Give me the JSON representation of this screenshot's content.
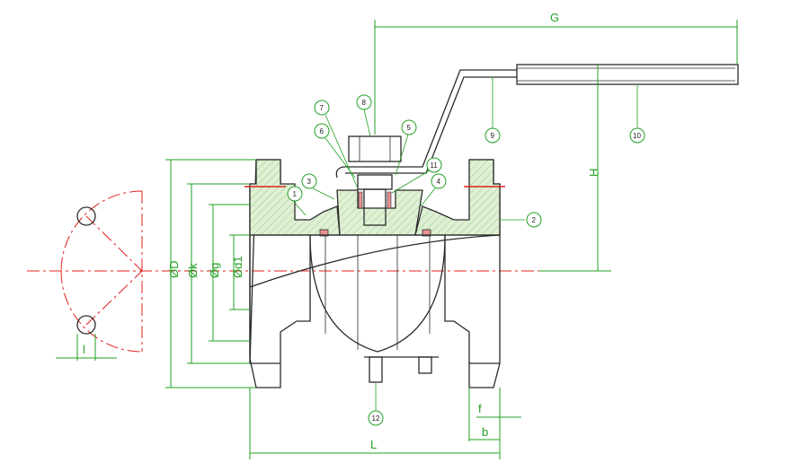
{
  "dimensions": {
    "G": "G",
    "H": "H",
    "D": "ØD",
    "k": "Øk",
    "g": "Øg",
    "d1": "Ød1",
    "L": "L",
    "f": "f",
    "b": "b",
    "l": "l"
  },
  "parts": [
    "1",
    "2",
    "3",
    "4",
    "5",
    "6",
    "7",
    "8",
    "9",
    "10",
    "11",
    "12"
  ],
  "colors": {
    "dimension": "#22a022",
    "centerline": "#e0201e",
    "outline": "#2b2b2b",
    "hatch_fill": "#dff0d4",
    "seat": "#e89090"
  }
}
